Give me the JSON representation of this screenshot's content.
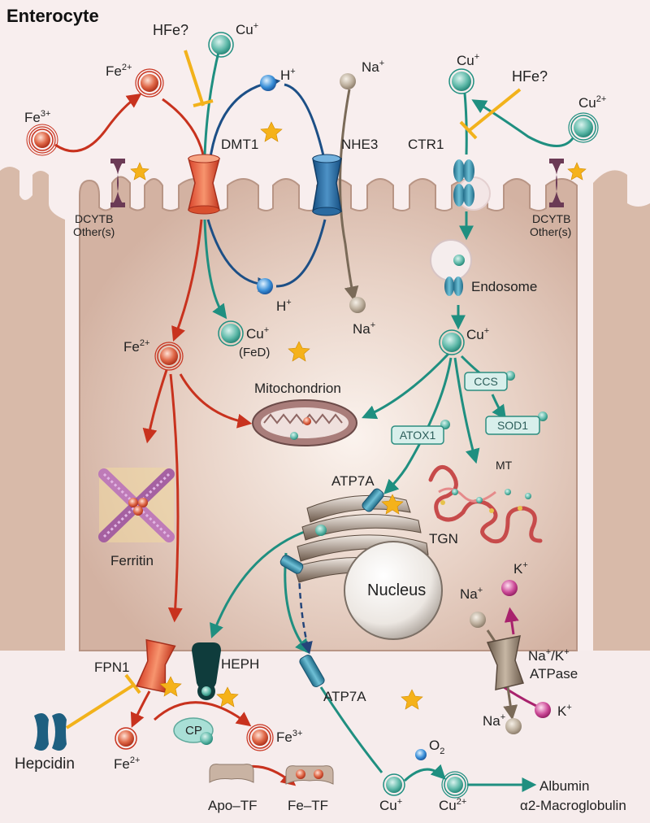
{
  "title": "Enterocyte",
  "labels": {
    "hfe_left": "HFe?",
    "hfe_right": "HFe?",
    "cu_plus_top": "Cu",
    "fe2_top": "Fe",
    "fe3_top": "Fe",
    "h_top": "H",
    "na_top": "Na",
    "cu_top_right": "Cu",
    "cu2_top_right": "Cu",
    "dmt1": "DMT1",
    "nhe3": "NHE3",
    "ctr1": "CTR1",
    "dcytb_left_1": "DCYTB",
    "dcytb_left_2": "Other(s)",
    "dcytb_right_1": "DCYTB",
    "dcytb_right_2": "Other(s)",
    "h_bottom": "H",
    "na_bottom": "Na",
    "cu_fed": "Cu",
    "fed": "(FeD)",
    "endosome": "Endosome",
    "cu_cyto": "Cu",
    "fe2_cyto": "Fe",
    "mitochondrion": "Mitochondrion",
    "ccs": "CCS",
    "sod1": "SOD1",
    "atox1": "ATOX1",
    "mt": "MT",
    "atp7a_top": "ATP7A",
    "tgn": "TGN",
    "ferritin": "Ferritin",
    "nucleus": "Nucleus",
    "k_top": "K",
    "na_pump": "Na",
    "nak_1": "Na",
    "nak_2": "/K",
    "atpase": "ATPase",
    "fpn1": "FPN1",
    "heph": "HEPH",
    "atp7a_bottom": "ATP7A",
    "na_out": "Na",
    "k_out": "K",
    "hepcidin": "Hepcidin",
    "fe2_out": "Fe",
    "cp": "CP",
    "fe3_out": "Fe",
    "apo_tf": "Apo–TF",
    "fe_tf": "Fe–TF",
    "o2": "O",
    "cu_out": "Cu",
    "cu2_out": "Cu",
    "albumin": "Albumin",
    "macroglobulin": "α2-Macroglobulin"
  },
  "superscripts": {
    "plus": "+",
    "two_plus": "2+",
    "three_plus": "3+",
    "o2_sub": "2"
  },
  "colors": {
    "iron": "#c8321e",
    "copper": "#1f8f80",
    "proton": "#1c4f86",
    "sodium": "#8a7a68",
    "potassium": "#a8226d",
    "hfe": "#f2b21b",
    "cell": "#d9bcae",
    "lumen": "#f7eeee",
    "star": "#f5b21a"
  }
}
